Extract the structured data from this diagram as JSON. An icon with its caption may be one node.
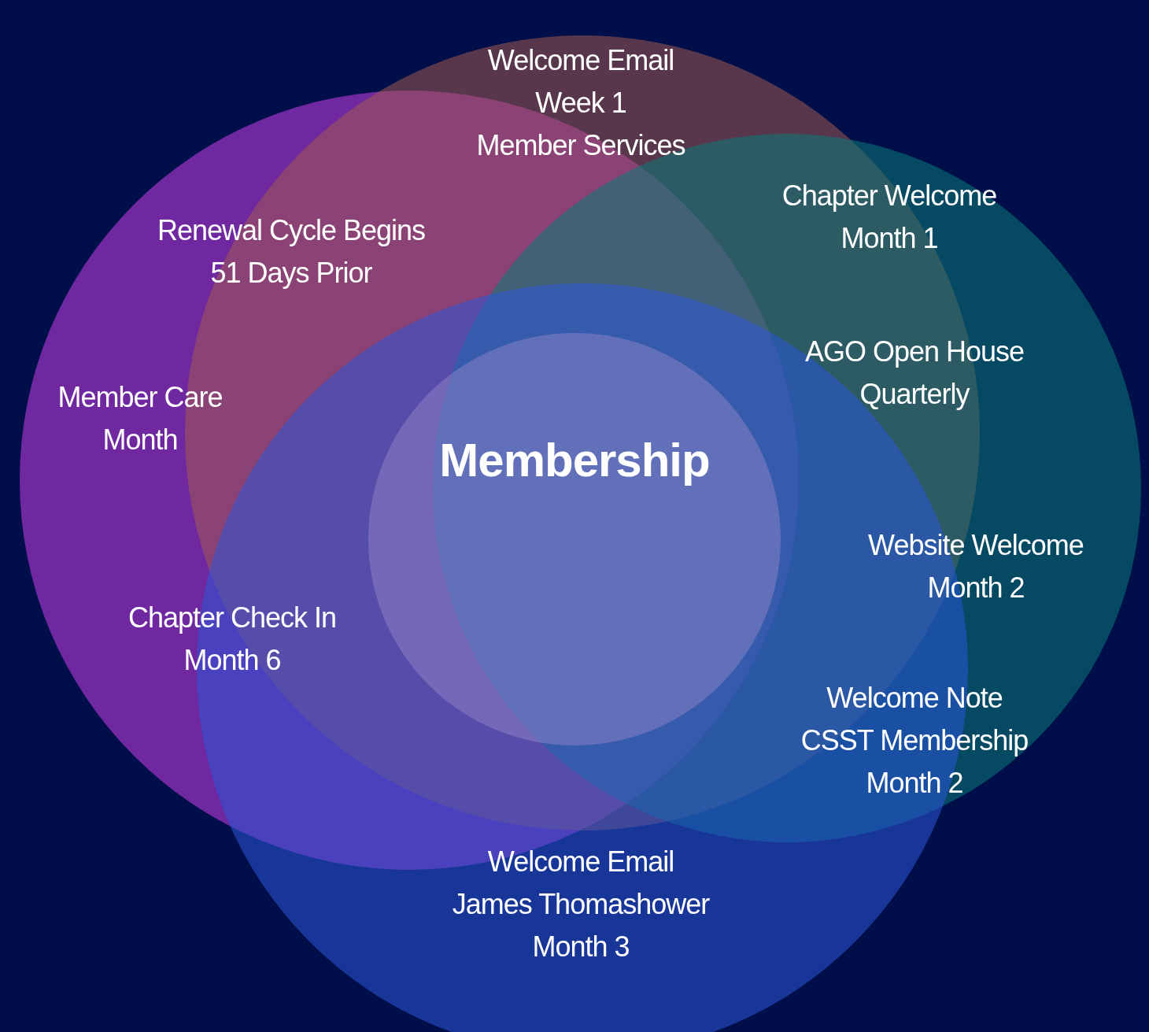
{
  "diagram": {
    "nodes": [
      {
        "text": [
          "Welcome Email",
          "Week 1",
          "Member Services"
        ]
      },
      {
        "text": [
          "Renewal Cycle Begins",
          "51 Days Prior"
        ]
      },
      {
        "text": [
          "Chapter Welcome",
          "Month 1"
        ]
      },
      {
        "text": [
          "AGO Open House",
          "Quarterly"
        ]
      },
      {
        "text": [
          "Member Care",
          "Month"
        ]
      },
      {
        "text": [
          "Membership"
        ]
      },
      {
        "text": [
          "Website Welcome",
          "Month 2"
        ]
      },
      {
        "text": [
          "Chapter Check In",
          "Month 6"
        ]
      },
      {
        "text": [
          "Welcome Note",
          "CSST Membership",
          "Month 2"
        ]
      },
      {
        "text": [
          "Welcome Email",
          "James Thomashower",
          "Month 3"
        ]
      }
    ]
  }
}
